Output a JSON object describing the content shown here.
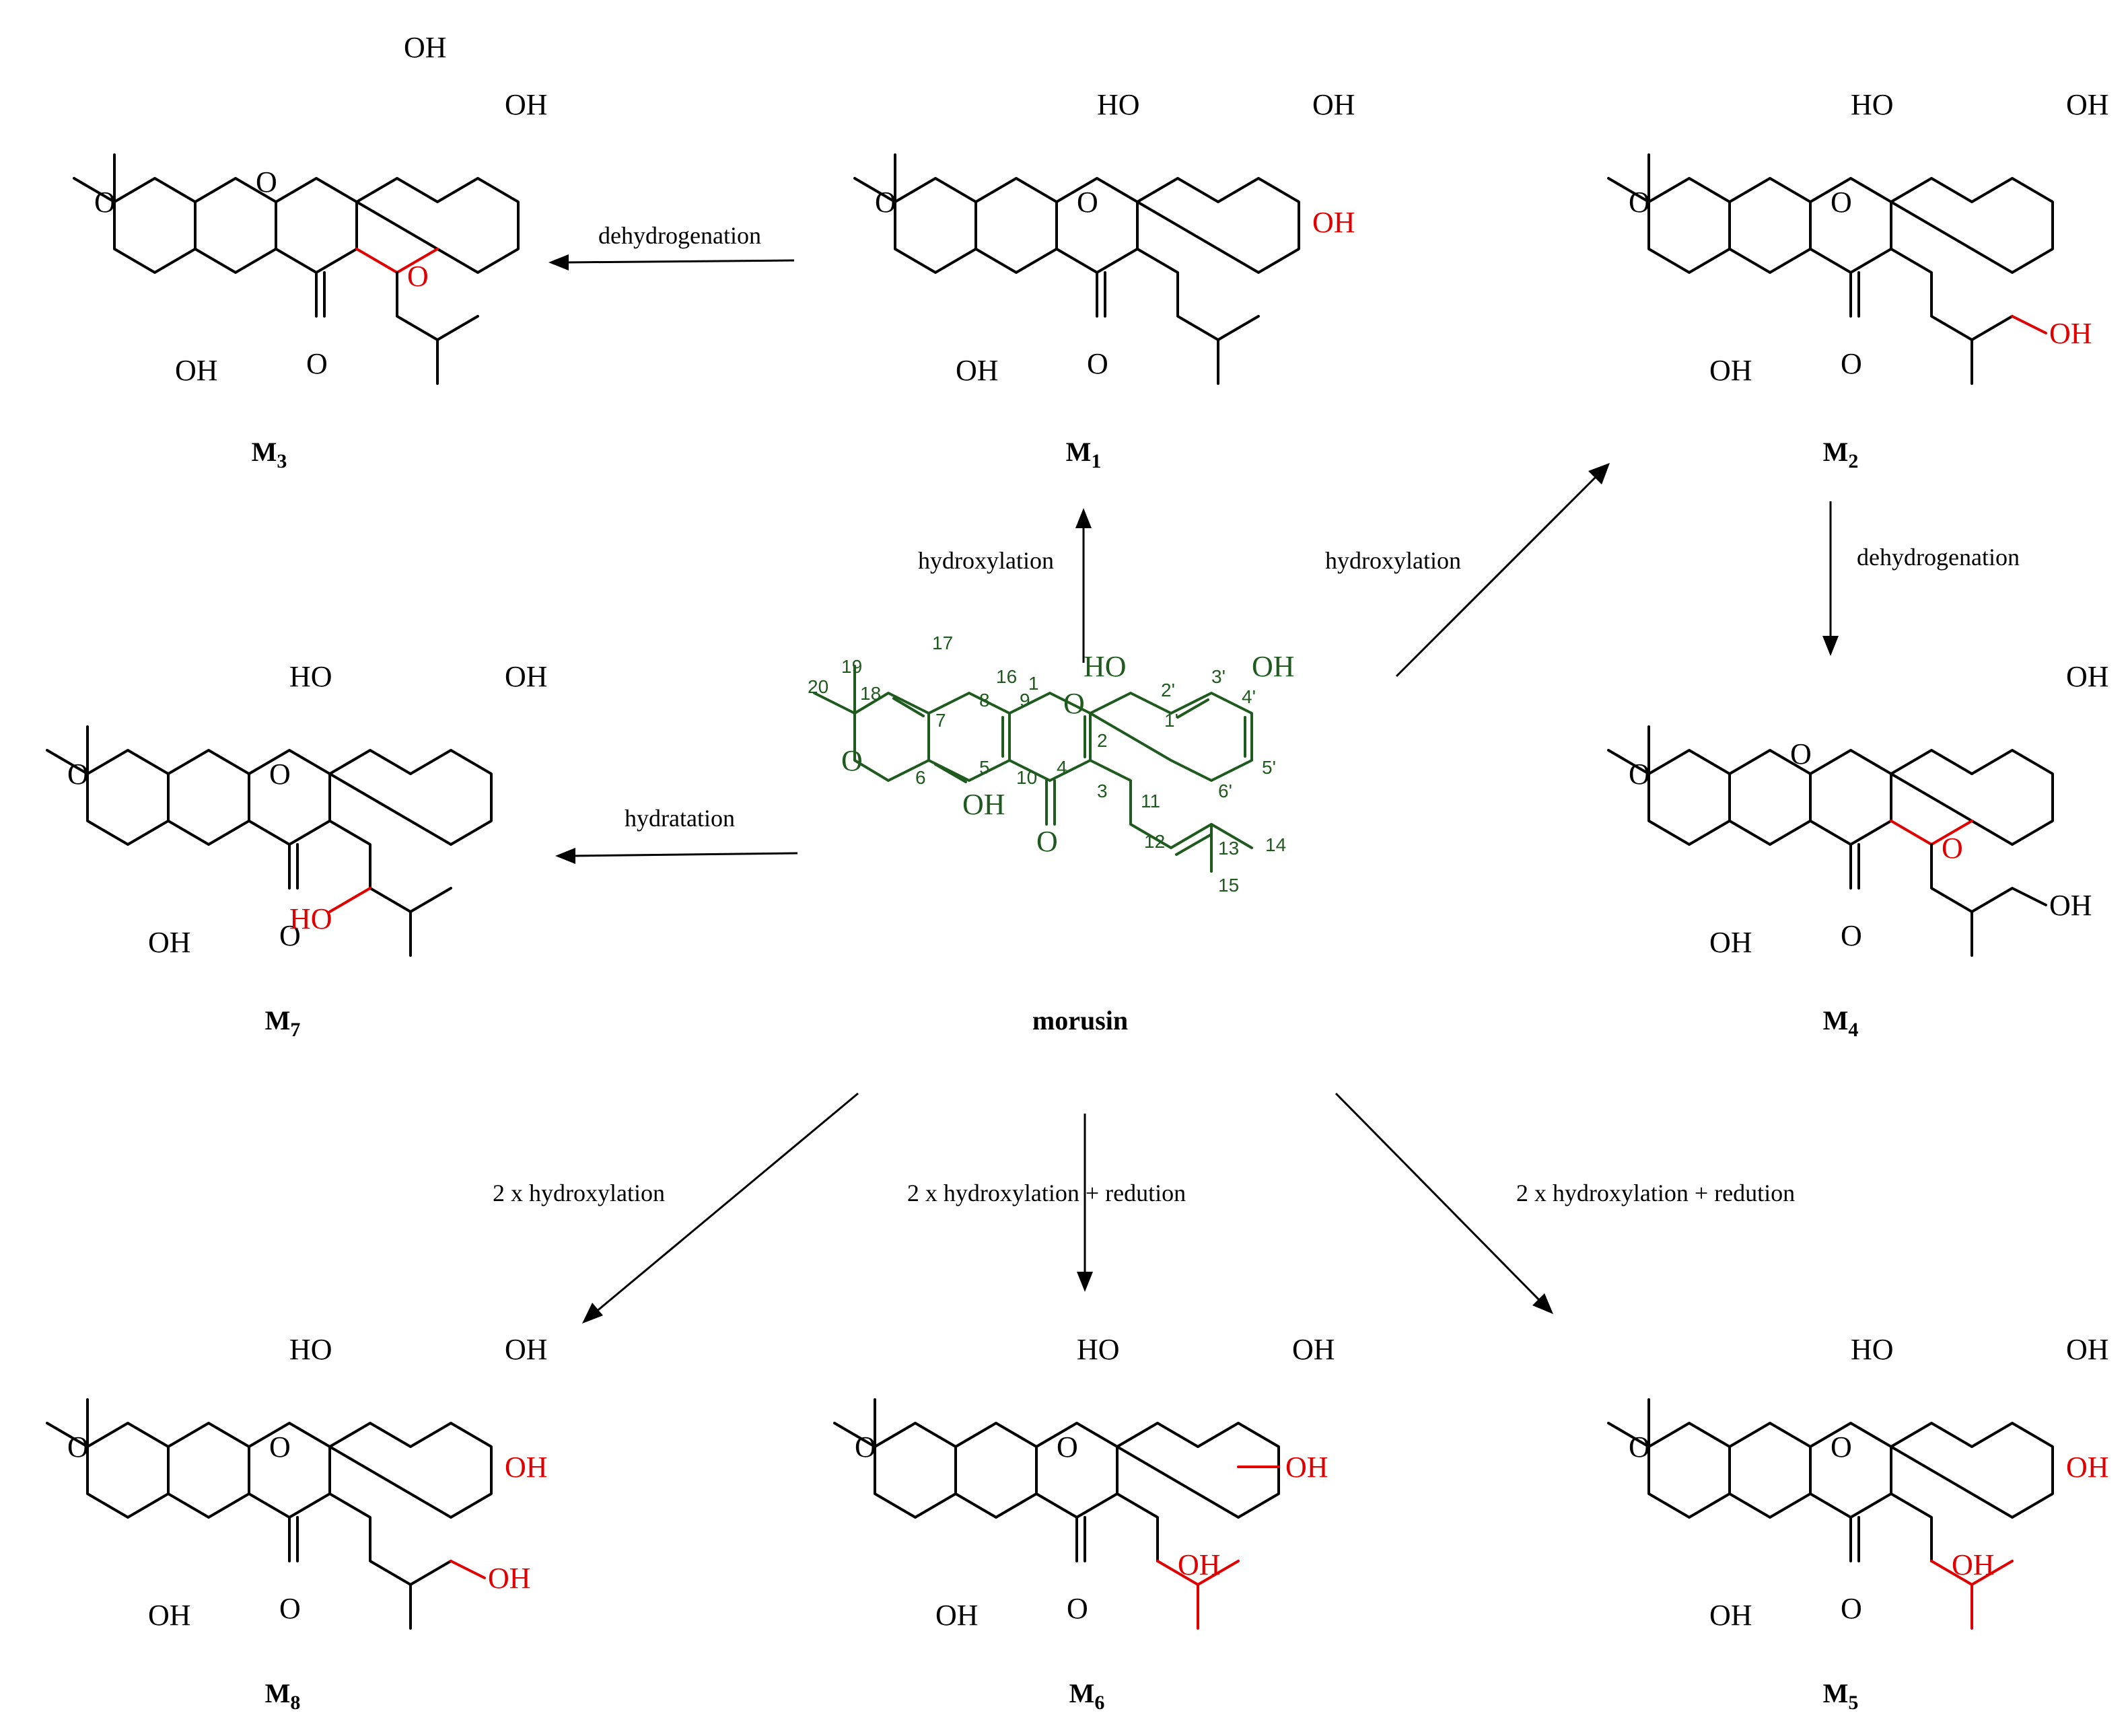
{
  "center_compound": {
    "name": "morusin",
    "atoms": [
      "HO",
      "OH",
      "O",
      "O",
      "OH",
      "O"
    ],
    "numbering": [
      "1",
      "2",
      "3",
      "4",
      "5",
      "6",
      "7",
      "8",
      "9",
      "10",
      "11",
      "12",
      "13",
      "14",
      "15",
      "16",
      "17",
      "18",
      "19",
      "20",
      "1'",
      "2'",
      "3'",
      "4'",
      "5'",
      "6'"
    ]
  },
  "metabolites": [
    {
      "id": "M3",
      "label": "M",
      "sub": "3",
      "atoms": [
        "OH",
        "OH",
        "O",
        "O",
        "O",
        "OH",
        "O"
      ]
    },
    {
      "id": "M1",
      "label": "M",
      "sub": "1",
      "atoms": [
        "HO",
        "OH",
        "OH",
        "O",
        "O",
        "OH",
        "O"
      ]
    },
    {
      "id": "M2",
      "label": "M",
      "sub": "2",
      "atoms": [
        "HO",
        "OH",
        "O",
        "O",
        "OH",
        "O",
        "OH"
      ]
    },
    {
      "id": "M4",
      "label": "M",
      "sub": "4",
      "atoms": [
        "OH",
        "O",
        "O",
        "O",
        "OH",
        "O",
        "OH"
      ]
    },
    {
      "id": "M7",
      "label": "M",
      "sub": "7",
      "atoms": [
        "HO",
        "OH",
        "O",
        "O",
        "OH",
        "O",
        "HO"
      ]
    },
    {
      "id": "M8",
      "label": "M",
      "sub": "8",
      "atoms": [
        "HO",
        "OH",
        "OH",
        "O",
        "O",
        "OH",
        "O",
        "OH"
      ]
    },
    {
      "id": "M6",
      "label": "M",
      "sub": "6",
      "atoms": [
        "HO",
        "OH",
        "OH",
        "O",
        "O",
        "OH",
        "O",
        "OH"
      ]
    },
    {
      "id": "M5",
      "label": "M",
      "sub": "5",
      "atoms": [
        "HO",
        "OH",
        "OH",
        "O",
        "O",
        "OH",
        "O",
        "OH"
      ]
    }
  ],
  "reactions": [
    {
      "id": "to-m3",
      "label": "dehydrogenation"
    },
    {
      "id": "to-m1",
      "label": "hydroxylation"
    },
    {
      "id": "to-m2",
      "label": "hydroxylation"
    },
    {
      "id": "to-m4",
      "label": "dehydrogenation"
    },
    {
      "id": "to-m7",
      "label": "hydratation"
    },
    {
      "id": "to-m8",
      "label": "2 x hydroxylation"
    },
    {
      "id": "to-m6",
      "label": "2 x hydroxylation + redution"
    },
    {
      "id": "to-m5",
      "label": "2 x hydroxylation + redution"
    }
  ],
  "colors": {
    "bond": "#000000",
    "modified": "#e00000",
    "parent": "#1f5a1f"
  }
}
